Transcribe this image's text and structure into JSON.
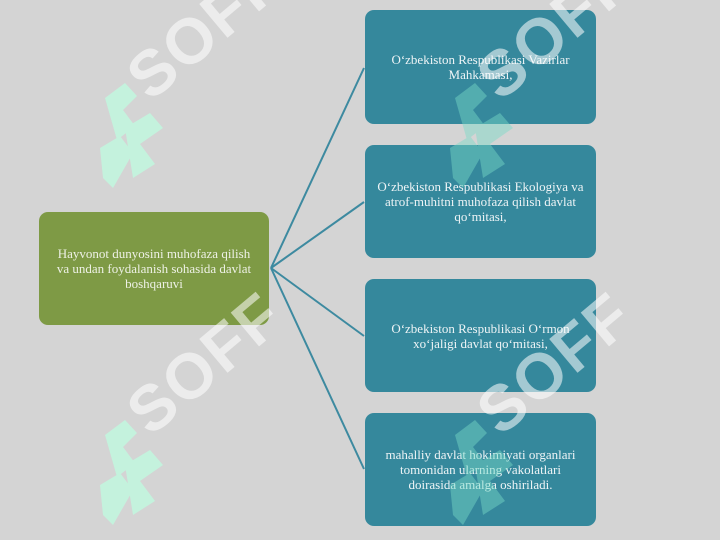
{
  "diagram": {
    "root": {
      "text": "Hayvonot dunyosini muhofaza qilish va undan foydalanish sohasida davlat boshqaruvi"
    },
    "children": [
      {
        "text": "O‘zbekiston Respublikasi Vazirlar Mahkamasi,"
      },
      {
        "text": "O‘zbekiston Respublikasi Ekologiya va atrof-muhitni muhofaza qilish davlat qo‘mitasi,"
      },
      {
        "text": "O‘zbekiston Respublikasi O‘rmon xo‘jaligi davlat qo‘mitasi,"
      },
      {
        "text": "mahalliy davlat hokimiyati organlari tomonidan ularning vakolatlari doirasida amalga oshiriladi."
      }
    ]
  },
  "colors": {
    "background": "#d4d4d4",
    "root_fill": "#7e9a45",
    "child_fill": "#35889c",
    "connector": "#3d8aa0"
  },
  "watermark": {
    "text": "SOFF"
  }
}
